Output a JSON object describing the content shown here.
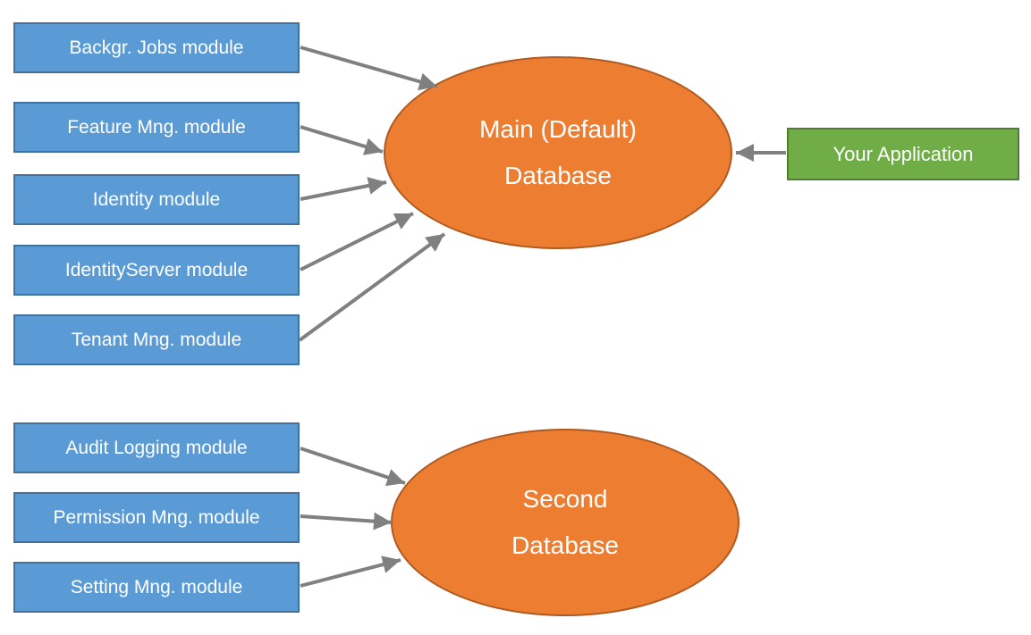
{
  "colors": {
    "module-fill": "#5B9BD5",
    "module-border": "#41719C",
    "database-fill": "#ED7D31",
    "database-border": "#AE5A21",
    "app-fill": "#70AD47",
    "app-border": "#507E32",
    "arrow": "#808080",
    "text": "#FFFFFF"
  },
  "main_group": {
    "modules": [
      "Backgr. Jobs module",
      "Feature Mng. module",
      "Identity module",
      "IdentityServer module",
      "Tenant Mng. module"
    ],
    "database": {
      "label": "Main (Default)\nDatabase"
    }
  },
  "second_group": {
    "modules": [
      "Audit Logging module",
      "Permission Mng. module",
      "Setting Mng. module"
    ],
    "database": {
      "label": "Second\nDatabase"
    }
  },
  "application": {
    "label": "Your Application"
  },
  "edges": [
    {
      "from": "Backgr. Jobs module",
      "to": "Main (Default) Database"
    },
    {
      "from": "Feature Mng. module",
      "to": "Main (Default) Database"
    },
    {
      "from": "Identity module",
      "to": "Main (Default) Database"
    },
    {
      "from": "IdentityServer module",
      "to": "Main (Default) Database"
    },
    {
      "from": "Tenant Mng. module",
      "to": "Main (Default) Database"
    },
    {
      "from": "Your Application",
      "to": "Main (Default) Database"
    },
    {
      "from": "Audit Logging module",
      "to": "Second Database"
    },
    {
      "from": "Permission Mng. module",
      "to": "Second Database"
    },
    {
      "from": "Setting Mng. module",
      "to": "Second Database"
    }
  ]
}
